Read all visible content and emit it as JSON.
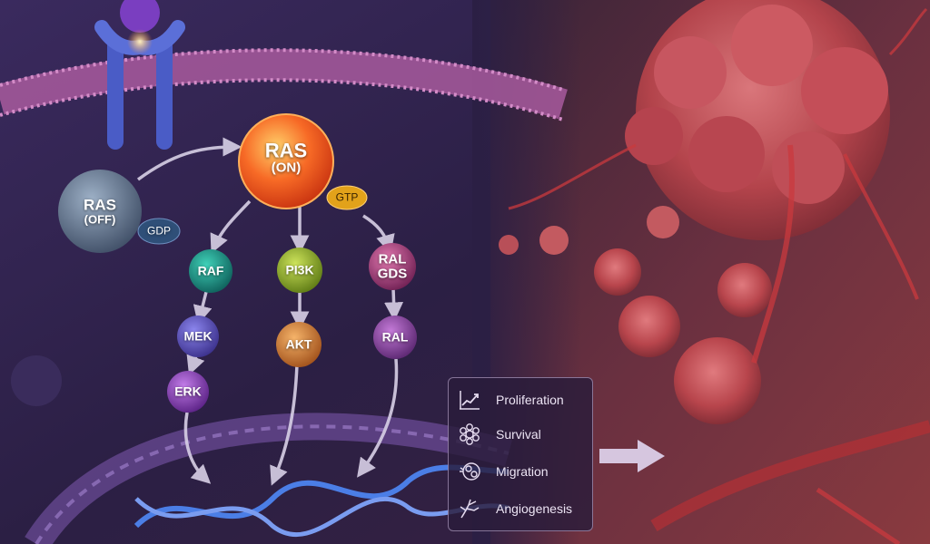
{
  "nodes": {
    "ras_on": {
      "name": "RAS",
      "state": "(ON)"
    },
    "ras_off": {
      "name": "RAS",
      "state": "(OFF)"
    },
    "gtp": "GTP",
    "gdp": "GDP",
    "raf": "RAF",
    "mek": "MEK",
    "erk": "ERK",
    "pi3k": "PI3K",
    "akt": "AKT",
    "ralgds_line1": "RAL",
    "ralgds_line2": "GDS",
    "ral": "RAL"
  },
  "outcomes": [
    {
      "label": "Proliferation",
      "icon": "trend-chart-icon"
    },
    {
      "label": "Survival",
      "icon": "cell-cluster-icon"
    },
    {
      "label": "Migration",
      "icon": "migrating-cells-icon"
    },
    {
      "label": "Angiogenesis",
      "icon": "branching-vessel-icon"
    }
  ],
  "colors": {
    "ras_on": "#f0521f",
    "ras_off": "#5a6c84",
    "raf": "#14877a",
    "mek": "#5a4fb3",
    "erk": "#8a3fb3",
    "pi3k": "#8da828",
    "akt": "#d27a2c",
    "ralgds": "#a0407a",
    "ral": "#8c3f9c",
    "gtp": "#e2a21a",
    "gdp": "#2f4f78",
    "tumor": "#c0454a"
  }
}
